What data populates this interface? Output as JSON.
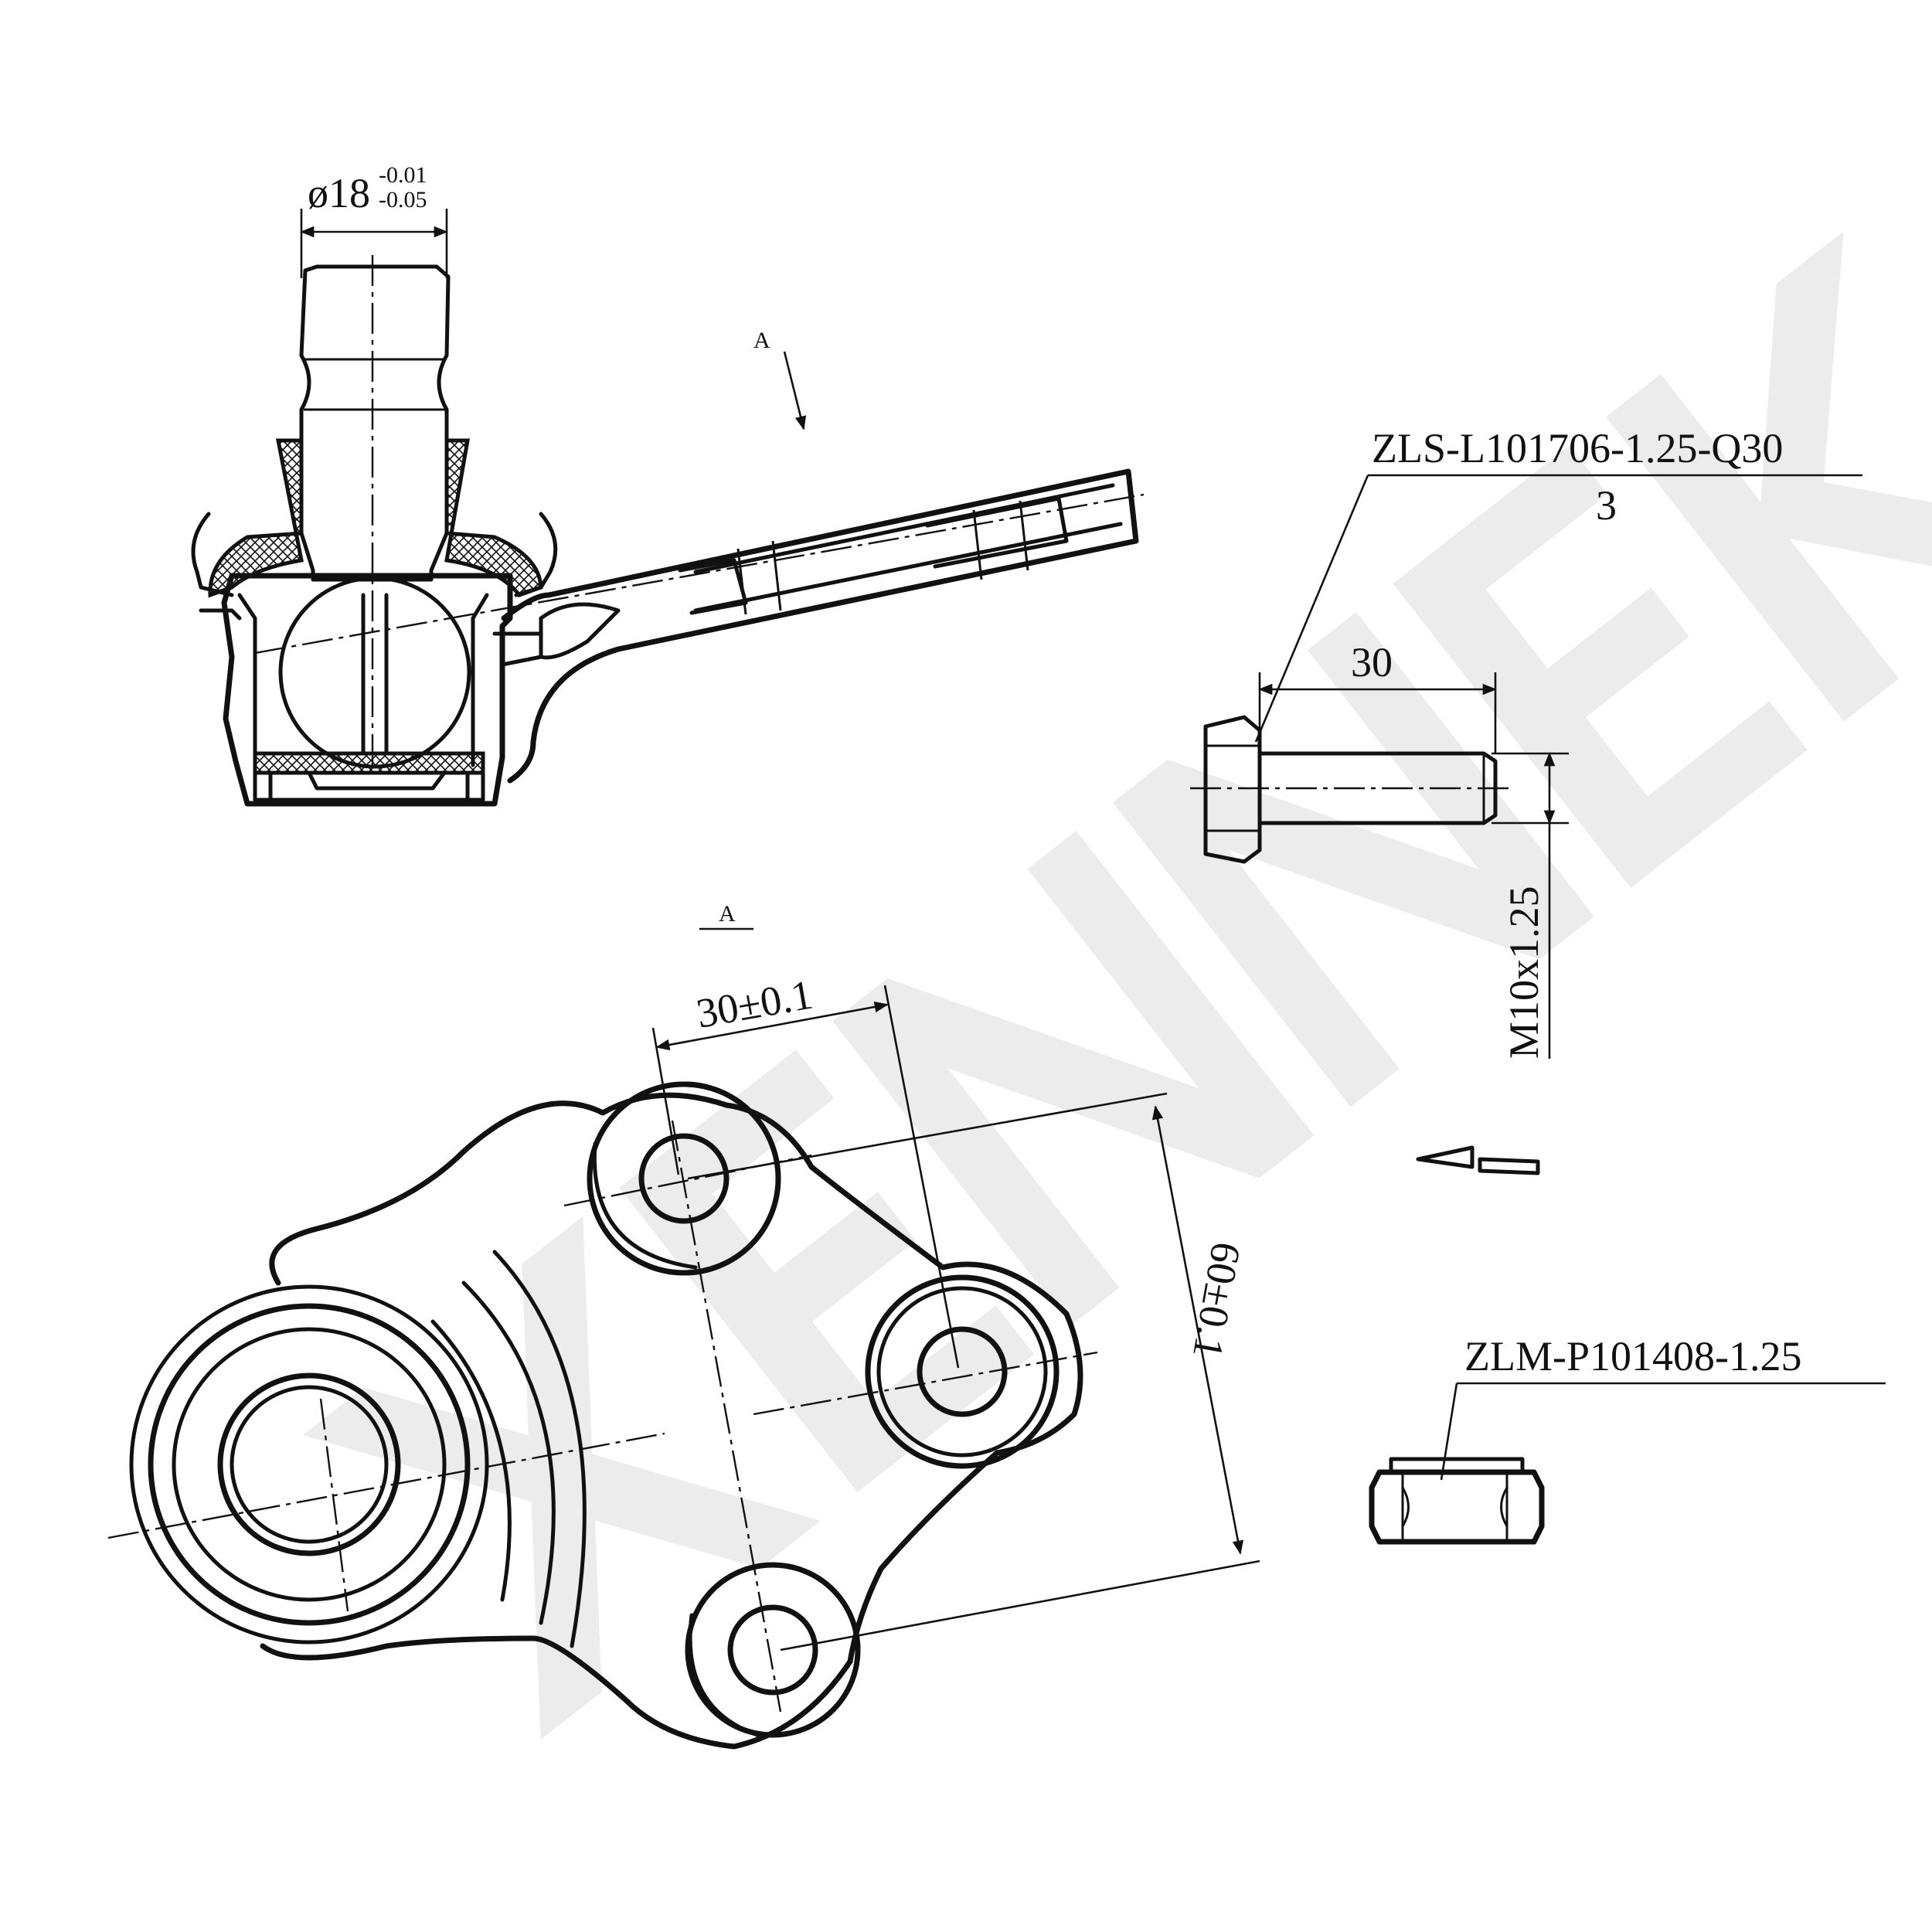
{
  "watermark": {
    "text": "XENNEK",
    "color": "#ececec"
  },
  "section_marker_top": "A",
  "view_label": "A",
  "dimensions": {
    "stud_diameter": "ø18",
    "stud_tol_upper": "-0.01",
    "stud_tol_lower": "-0.05",
    "hole_spacing": "30±0.1",
    "hole_span": "60±0.1",
    "bolt_length": "30",
    "bolt_thread": "M10x1.25"
  },
  "parts": {
    "bolt_code": "ZLS-L101706-1.25-Q30",
    "bolt_qty": "3",
    "nut_code": "ZLM-P101408-1.25"
  }
}
